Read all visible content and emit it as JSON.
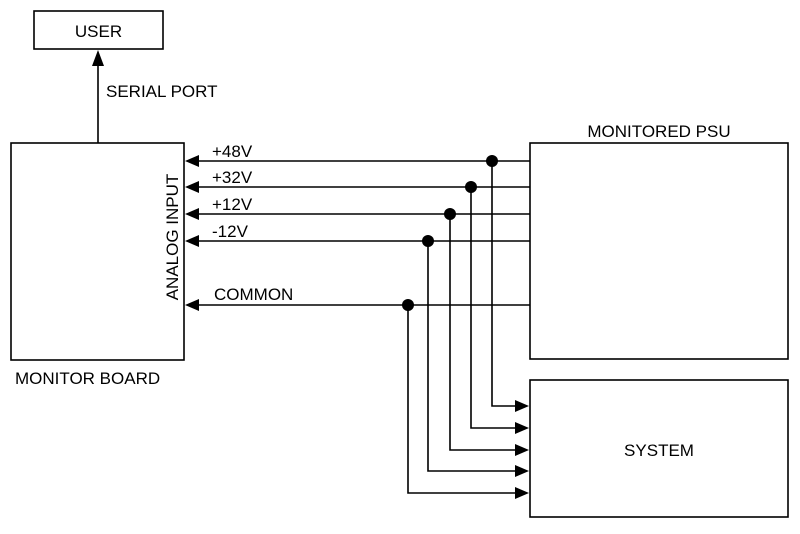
{
  "blocks": {
    "user": "USER",
    "monitor_board": "MONITOR BOARD",
    "analog_input": "ANALOG INPUT",
    "monitored_psu": "MONITORED PSU",
    "system": "SYSTEM"
  },
  "links": {
    "serial_port": "SERIAL PORT"
  },
  "rails": [
    {
      "label": "+48V"
    },
    {
      "label": "+32V"
    },
    {
      "label": "+12V"
    },
    {
      "label": "-12V"
    },
    {
      "label": "COMMON"
    }
  ]
}
